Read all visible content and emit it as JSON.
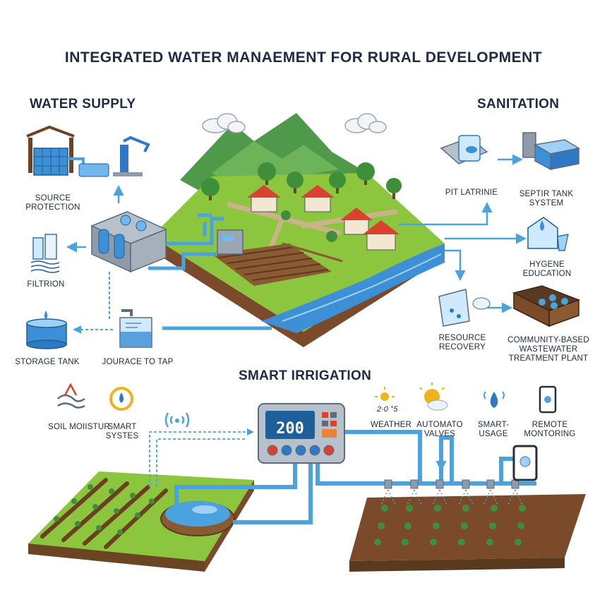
{
  "title": "INTEGRATED WATER MANAEMENT FOR RURAL DEVELOPMENT",
  "sections": {
    "water_supply": "WATER SUPPLY",
    "sanitation": "SANITATION",
    "smart_irrigation": "SMART IRRIGATION"
  },
  "water_supply": {
    "source_protection": "SOURCE\nPROTECTION",
    "filtration": "FILTRION",
    "storage_tank": "STORAGE TANK",
    "source_to_tap": "JOURACE TO TAP"
  },
  "sanitation": {
    "pit_latrine": "PIT LATRINIE",
    "septic_tank": "SEPTIR TANK\nSYSTEM",
    "hygiene": "HYGENE\nEDUCATION",
    "resource_recovery": "RESOURCE RECOVERY",
    "wastewater": "COMMUNITY-BASED\nWASTEWATER\nTREATMENT PLANT"
  },
  "irrigation": {
    "soil_moisture": "SOIL MOIISTUR",
    "smart_systems": "SMART\nSYSTES",
    "weather": "WEATHER",
    "automated_valves": "AUTOMATO VALVES",
    "smart_usage": "SMART-\nUSAGE",
    "remote_monitoring": "REMOTE\nMONTORING",
    "controller_display": "200",
    "weather_reading": "2·0 °5"
  },
  "colors": {
    "pipe": "#4aa3df",
    "water": "#3d8fd6",
    "grass": "#8cc63f",
    "soil": "#7a4a2a",
    "roof": "#d8432f",
    "hill": "#4f9a4a"
  }
}
